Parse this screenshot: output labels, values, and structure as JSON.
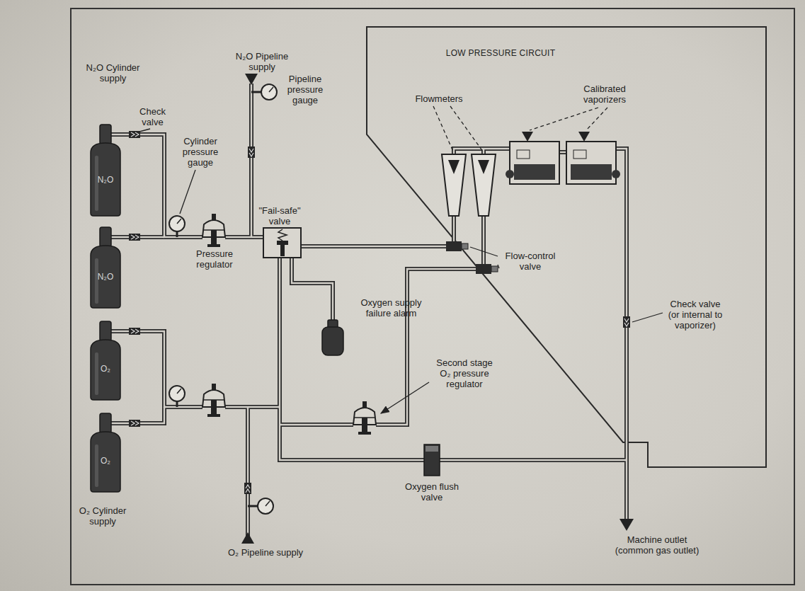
{
  "diagram": {
    "labels": [
      "N₂O Cylinder supply",
      "N₂O Pipeline supply",
      "Check valve",
      "Pipeline pressure gauge",
      "Cylinder pressure gauge",
      "\"Fail-safe\" valve",
      "Pressure regulator",
      "Oxygen supply failure alarm",
      "LOW PRESSURE CIRCUIT",
      "Flowmeters",
      "Calibrated vaporizers",
      "Flow-control valve",
      "Check valve (or internal to vaporizer)",
      "Second stage O₂ pressure regulator",
      "Oxygen flush valve",
      "Machine outlet (common gas outlet)",
      "O₂ Cylinder supply",
      "O₂ Pipeline supply",
      "N₂O",
      "N₂O",
      "O₂",
      "O₂"
    ]
  }
}
